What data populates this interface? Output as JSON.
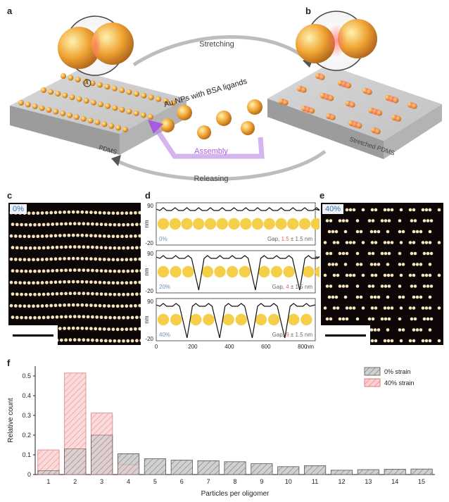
{
  "panel_letters": {
    "a": "a",
    "b": "b",
    "c": "c",
    "d": "d",
    "e": "e",
    "f": "f"
  },
  "schematic": {
    "stretching": "Stretching",
    "releasing": "Releasing",
    "assembly": "Assembly",
    "au_nps": "Au NPs with BSA ligands",
    "pdms": "PDMS",
    "stretched_pdms": "Stretched PDMS"
  },
  "afm": {
    "left_tag": "0%",
    "right_tag": "40%"
  },
  "profiles": {
    "y_unit": "nm",
    "y_top": "90",
    "y_bottom": "-20",
    "x_ticks": [
      "0",
      "200",
      "400",
      "600",
      "800"
    ],
    "x_unit": "nm",
    "rows": [
      {
        "strain": "0%",
        "gap_prefix": "Gap, ",
        "gap_value": "1.5",
        "gap_suffix": " ± 1.5 nm"
      },
      {
        "strain": "20%",
        "gap_prefix": "Gap, ",
        "gap_value": "4",
        "gap_suffix": " ± 1.5 nm"
      },
      {
        "strain": "40%",
        "gap_prefix": "Gap, ",
        "gap_value": "9",
        "gap_suffix": " ± 1.5 nm"
      }
    ],
    "colors": {
      "particle": "#f6cf4a",
      "line": "#111111",
      "gap_value": "#e06a5a"
    }
  },
  "chart_data": {
    "type": "bar",
    "xlabel": "Particles per oligomer",
    "ylabel": "Relative count",
    "categories": [
      "1",
      "2",
      "3",
      "4",
      "5",
      "6",
      "7",
      "8",
      "9",
      "10",
      "11",
      "12",
      "13",
      "14",
      "15"
    ],
    "ylim": [
      0,
      0.55
    ],
    "yticks": [
      "0",
      "0.1",
      "0.2",
      "0.3",
      "0.4",
      "0.5"
    ],
    "legend_position": "top-right",
    "series": [
      {
        "name": "0% strain",
        "color": "#9a9a9a",
        "values": [
          0.02,
          0.13,
          0.2,
          0.105,
          0.08,
          0.073,
          0.07,
          0.065,
          0.055,
          0.04,
          0.045,
          0.022,
          0.025,
          0.027,
          0.028
        ]
      },
      {
        "name": "40% strain",
        "color": "#f08b8b",
        "values": [
          0.125,
          0.515,
          0.312,
          0.05,
          0,
          0,
          0,
          0,
          0,
          0,
          0,
          0,
          0,
          0,
          0
        ]
      }
    ]
  }
}
